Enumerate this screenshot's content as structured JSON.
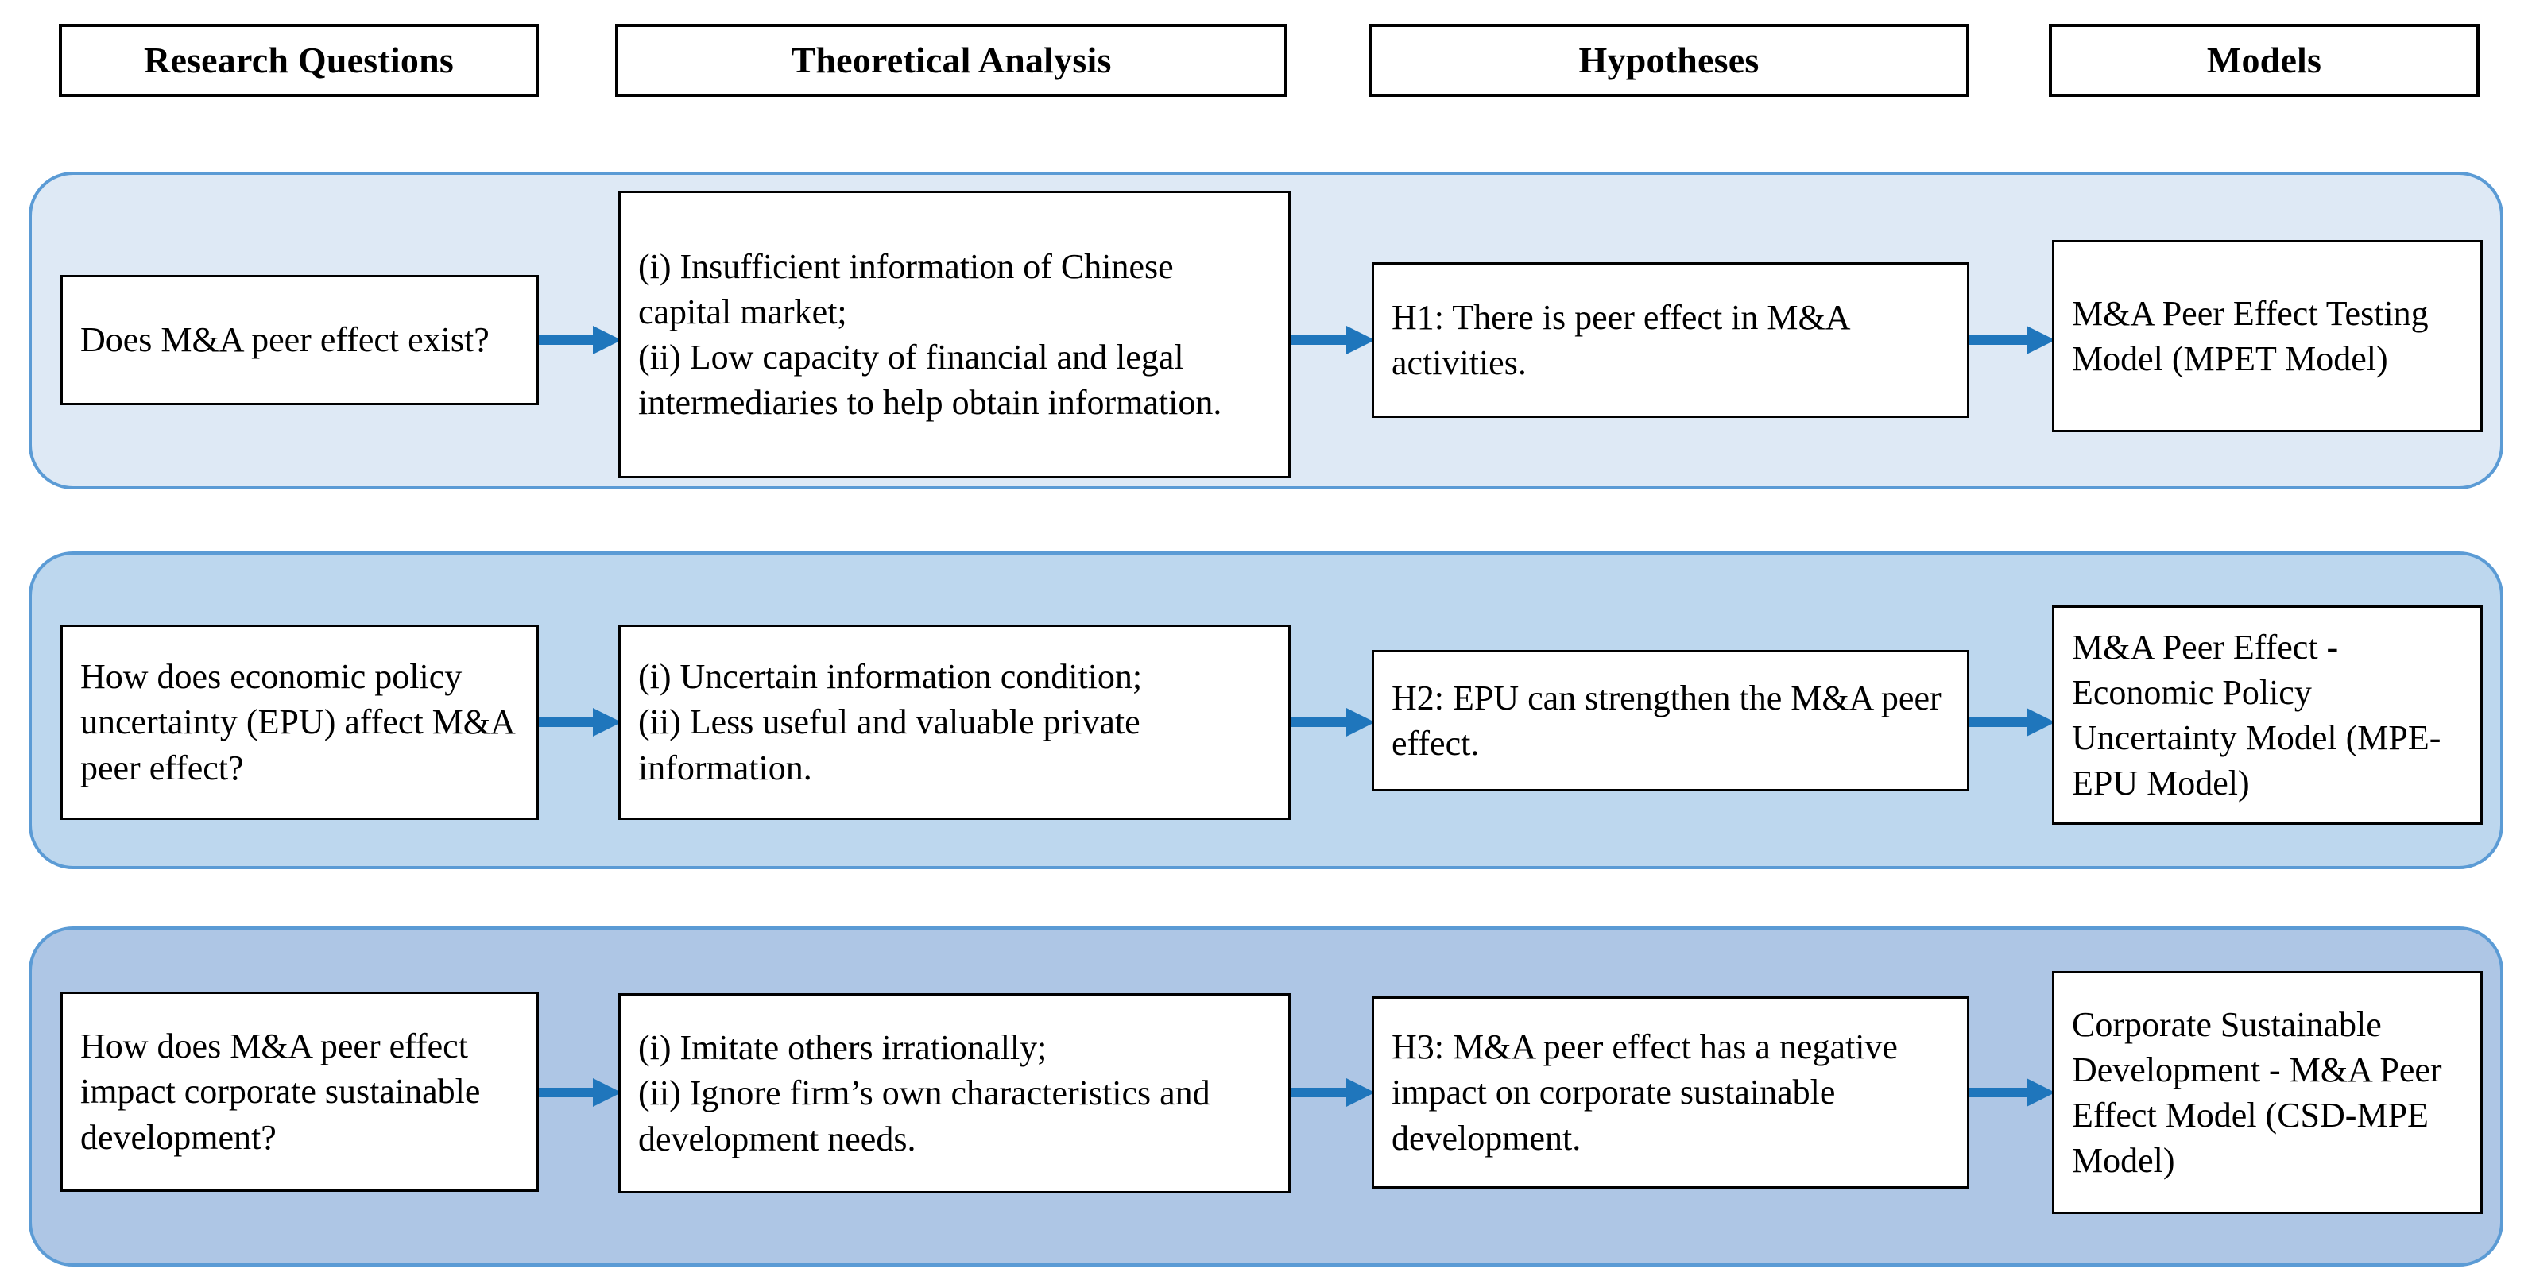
{
  "columns": {
    "headers": [
      {
        "label": "Research Questions"
      },
      {
        "label": "Theoretical Analysis"
      },
      {
        "label": "Hypotheses"
      },
      {
        "label": "Models"
      }
    ]
  },
  "colors": {
    "band_1_fill": "#DEE9F5",
    "band_2_fill": "#BDD7EE",
    "band_3_fill": "#AEC6E5",
    "band_border": "#5B9BD5",
    "arrow": "#1F76BC",
    "box_border": "#000000",
    "box_fill": "#FFFFFF",
    "text": "#000000"
  },
  "rows": [
    {
      "question": "Does M&A peer effect exist?",
      "theory": "(i) Insufficient information of Chinese capital market;\n(ii) Low capacity of financial and legal intermediaries to help obtain information.",
      "hypothesis": "H1: There is peer effect in M&A activities.",
      "model": "M&A Peer Effect Testing Model (MPET Model)"
    },
    {
      "question": "How does economic policy uncertainty (EPU) affect M&A peer effect?",
      "theory": "(i) Uncertain information condition;\n(ii) Less useful and valuable private information.",
      "hypothesis": "H2: EPU can strengthen the M&A peer effect.",
      "model": "M&A Peer Effect - Economic Policy Uncertainty Model (MPE-EPU Model)"
    },
    {
      "question": "How does M&A peer effect impact corporate sustainable development?",
      "theory": "(i) Imitate others irrationally;\n(ii) Ignore firm’s own characteristics and development needs.",
      "hypothesis": "H3: M&A peer effect has a negative impact on corporate sustainable development.",
      "model": "Corporate Sustainable Development - M&A Peer Effect Model (CSD-MPE Model)"
    }
  ]
}
